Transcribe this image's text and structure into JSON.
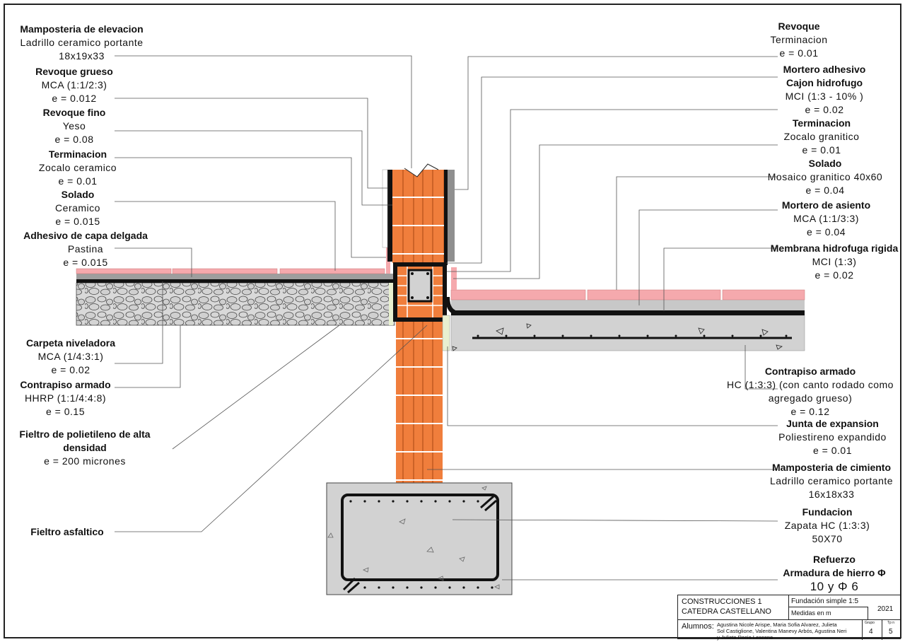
{
  "labels_left": [
    {
      "id": "mamp-elev",
      "title": "Mamposteria de elevacion",
      "lines": [
        "Ladrillo ceramico portante",
        "18x19x33"
      ]
    },
    {
      "id": "rev-grueso",
      "title": "Revoque grueso",
      "lines": [
        "MCA (1:1/2:3)",
        "e = 0.012"
      ]
    },
    {
      "id": "rev-fino",
      "title": "Revoque fino",
      "lines": [
        "Yeso",
        "e = 0.08"
      ]
    },
    {
      "id": "term-left",
      "title": "Terminacion",
      "lines": [
        "Zocalo ceramico",
        "e = 0.01"
      ]
    },
    {
      "id": "solado-left",
      "title": "Solado",
      "lines": [
        "Ceramico",
        "e = 0.015"
      ]
    },
    {
      "id": "adhesivo",
      "title": "Adhesivo de capa delgada",
      "lines": [
        "Pastina",
        "e = 0.015"
      ]
    },
    {
      "id": "carpeta",
      "title": "Carpeta niveladora",
      "lines": [
        "MCA (1/4:3:1)",
        "e = 0.02"
      ]
    },
    {
      "id": "contrapiso-left",
      "title": "Contrapiso armado",
      "lines": [
        "HHRP (1:1/4:4:8)",
        "e = 0.15"
      ]
    },
    {
      "id": "fieltro-pol",
      "title": "Fieltro de polietileno de alta densidad",
      "lines": [
        "e = 200 micrones"
      ]
    },
    {
      "id": "fieltro-asf",
      "title": "Fieltro asfaltico",
      "lines": []
    }
  ],
  "labels_right": [
    {
      "id": "revoque-right",
      "title": "Revoque",
      "lines": [
        "Terminacion",
        "e = 0.01"
      ]
    },
    {
      "id": "mortero-adh",
      "title": "Mortero adhesivo",
      "lines": []
    },
    {
      "id": "cajon",
      "title": "Cajon hidrofugo",
      "lines": [
        "MCI (1:3 - 10% )",
        "e = 0.02"
      ]
    },
    {
      "id": "term-right",
      "title": "Terminacion",
      "lines": [
        "Zocalo granitico",
        "e = 0.01"
      ]
    },
    {
      "id": "solado-right",
      "title": "Solado",
      "lines": [
        "Mosaico granitico 40x60",
        "e = 0.04"
      ]
    },
    {
      "id": "mortero-asiento",
      "title": "Mortero de asiento",
      "lines": [
        "MCA (1:1/3:3)",
        "e = 0.04"
      ]
    },
    {
      "id": "membrana",
      "title": "Membrana hidrofuga rigida",
      "lines": [
        "MCI (1:3)",
        "e = 0.02"
      ]
    },
    {
      "id": "contrapiso-right",
      "title": "Contrapiso armado",
      "lines": [
        "HC (1:3:3) (con canto rodado como",
        "agregado grueso)",
        "e = 0.12"
      ]
    },
    {
      "id": "junta",
      "title": "Junta de expansion",
      "lines": [
        "Poliestireno expandido",
        "e = 0.01"
      ]
    },
    {
      "id": "mamp-cim",
      "title": "Mamposteria de cimiento",
      "lines": [
        "Ladrillo ceramico portante",
        "16x18x33"
      ]
    },
    {
      "id": "fundacion",
      "title": "Fundacion",
      "lines": [
        "Zapata HC (1:3:3)",
        "50X70"
      ]
    },
    {
      "id": "refuerzo",
      "title": "Refuerzo",
      "lines": [
        "Armadura de hierro Φ",
        "10 y Φ 6"
      ]
    }
  ],
  "title_block": {
    "course_line1": "CONSTRUCCIONES 1",
    "course_line2": "CATEDRA CASTELLANO",
    "drawing": "Fundación simple 1:5",
    "units": "Medidas en m",
    "year": "2021",
    "students_label": "Alumnos:",
    "students": [
      "Agustina Nicole Arispe, Maria Sofia Alvarez, Julieta",
      "Sol Castiglione, Valentina Manevy Arbós, Agustina Neri",
      "y Julieta Rocio Lescano"
    ],
    "grupo_label": "Grupo",
    "grupo": "4",
    "tp_label": "Tp n",
    "tp": "5"
  },
  "colors": {
    "brick": "#f07e3c",
    "tile": "#f5a9ad",
    "concrete": "#d2d2d2",
    "mortar": "#9a9a9a",
    "waterproof": "#111111"
  }
}
